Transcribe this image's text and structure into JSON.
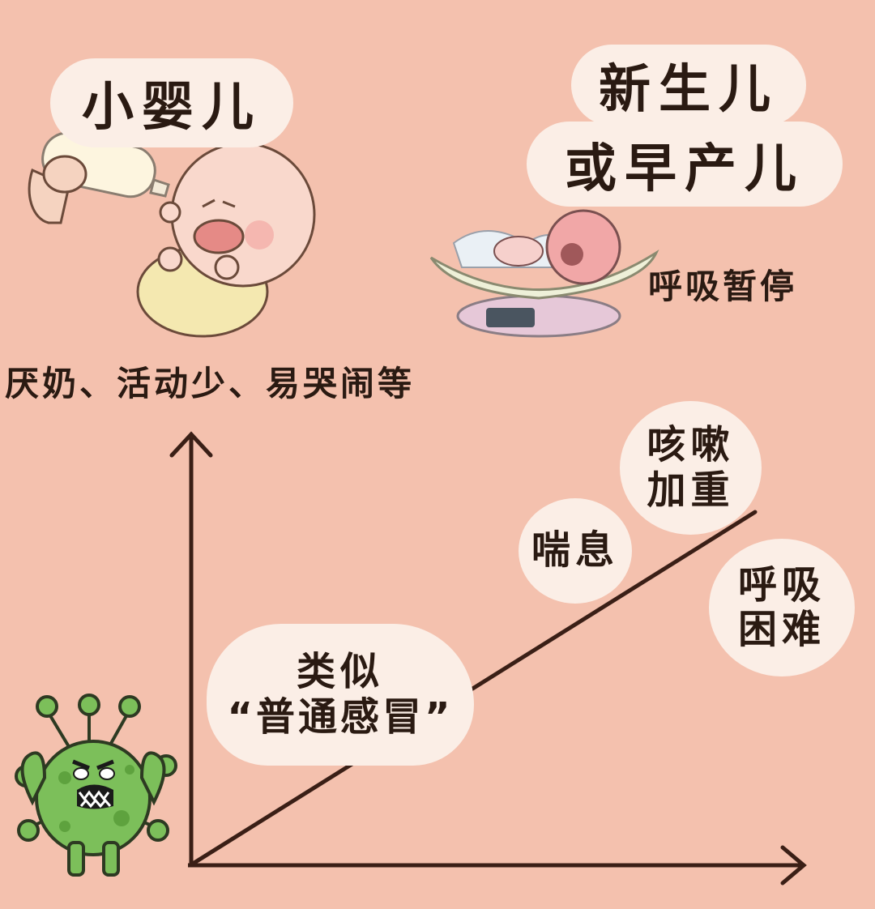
{
  "groups": {
    "infant": {
      "title": "小婴儿",
      "symptoms": "厌奶、活动少、易哭闹等"
    },
    "newborn": {
      "title_line1": "新生儿",
      "title_line2": "或早产儿",
      "symptom": "呼吸暂停"
    }
  },
  "progression": {
    "stage1_line1": "类似",
    "stage1_line2": "“普通感冒”",
    "stage2": "喘息",
    "stage3_line1": "咳嗽",
    "stage3_line2": "加重",
    "stage4_line1": "呼吸",
    "stage4_line2": "困难"
  },
  "colors": {
    "background": "#f4c1ae",
    "bubble": "#fbeee6",
    "line": "#3a1f16",
    "virus": "#7cbf5a"
  }
}
